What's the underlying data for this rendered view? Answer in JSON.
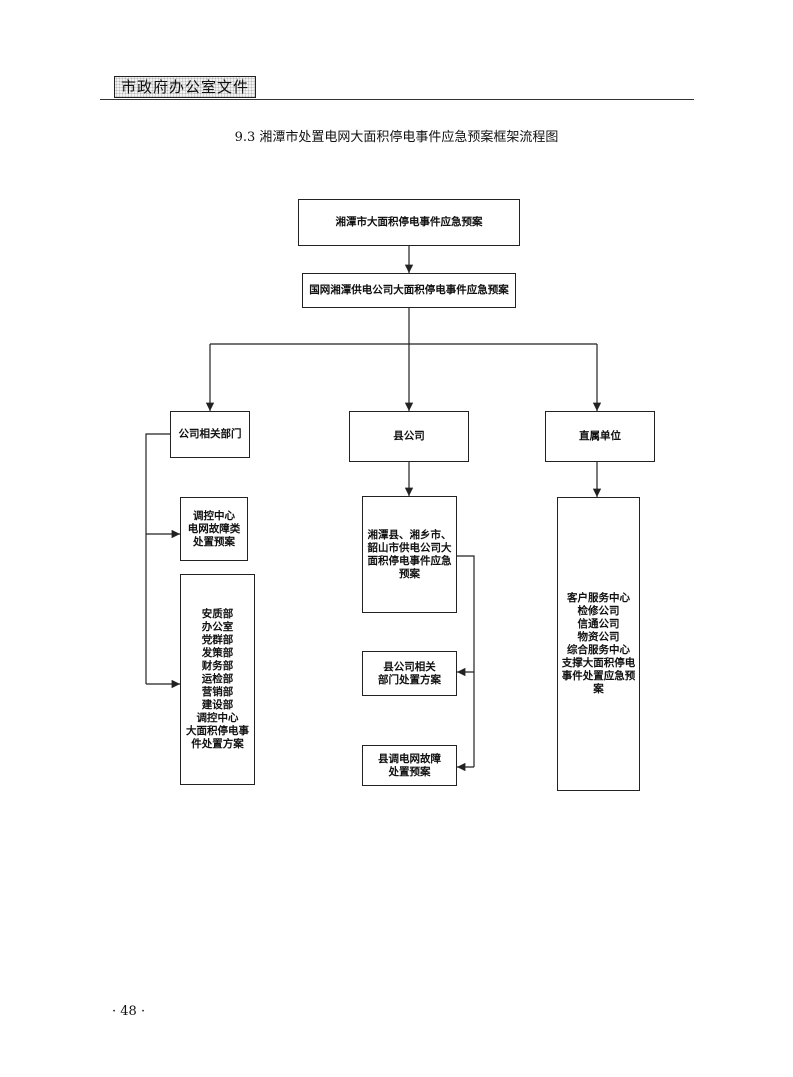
{
  "header": {
    "doc_tag": "市政府办公室文件"
  },
  "figure": {
    "title": "9.3   湘潭市处置电网大面积停电事件应急预案框架流程图"
  },
  "nodes": {
    "city_plan": "湘潭市大面积停电事件应急预案",
    "power_company_plan": "国网湘潭供电公司大面积停电事件应急预案",
    "dept": "公司相关部门",
    "county": "县公司",
    "direct": "直属单位",
    "dispatch_plan": "调控中心\n电网故障类\n处置预案",
    "dept_list": "安质部\n办公室\n党群部\n发策部\n财务部\n运检部\n营销部\n建设部\n调控中心\n大面积停电事\n件处置方案",
    "county_plan": "湘潭县、湘乡市、\n韶山市供电公司大\n面积停电事件应急\n预案",
    "county_dept_plan": "县公司相关\n部门处置方案",
    "county_dispatch_plan": "县调电网故障\n处置预案",
    "direct_list": "客户服务中心\n检修公司\n信通公司\n物资公司\n综合服务中心\n支撑大面积停电\n事件处置应急预\n案"
  },
  "footer": {
    "page_number": "· 48 ·"
  }
}
